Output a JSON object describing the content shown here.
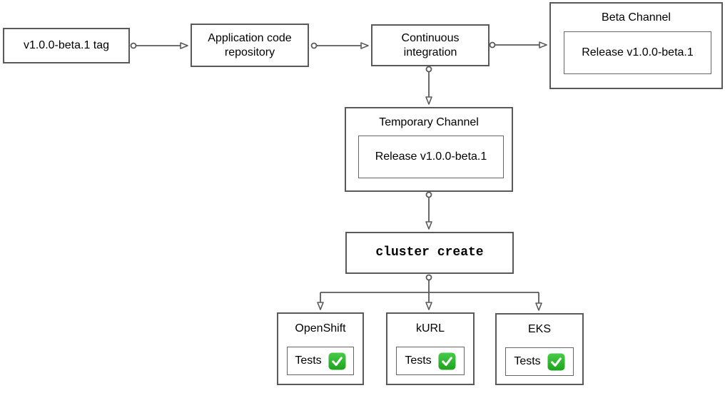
{
  "diagram": {
    "nodes": {
      "tag": {
        "label": "v1.0.0-beta.1 tag"
      },
      "repo": {
        "label": "Application code repository"
      },
      "ci": {
        "label": "Continuous integration"
      },
      "beta_channel": {
        "title": "Beta Channel",
        "release_label": "Release v1.0.0-beta.1"
      },
      "temporary_channel": {
        "title": "Temporary Channel",
        "release_label": "Release v1.0.0-beta.1"
      },
      "cluster_create": {
        "label": "cluster create"
      },
      "targets": {
        "openshift": {
          "title": "OpenShift",
          "tests_label": "Tests",
          "status_icon": "check-mark-icon"
        },
        "kurl": {
          "title": "kURL",
          "tests_label": "Tests",
          "status_icon": "check-mark-icon"
        },
        "eks": {
          "title": "EKS",
          "tests_label": "Tests",
          "status_icon": "check-mark-icon"
        }
      }
    },
    "edges": [
      {
        "from": "tag",
        "to": "repo"
      },
      {
        "from": "repo",
        "to": "ci"
      },
      {
        "from": "ci",
        "to": "beta_channel"
      },
      {
        "from": "ci",
        "to": "temporary_channel"
      },
      {
        "from": "temporary_channel",
        "to": "cluster_create"
      },
      {
        "from": "cluster_create",
        "to": "openshift"
      },
      {
        "from": "cluster_create",
        "to": "kurl"
      },
      {
        "from": "cluster_create",
        "to": "eks"
      }
    ],
    "colors": {
      "background": "#ffffff",
      "node_border": "#595959",
      "inner_border": "#666666",
      "connector": "#595959",
      "text": "#000000",
      "check_green_top": "#46cc46",
      "check_green_bottom": "#1da31d",
      "check_mark": "#ffffff"
    }
  }
}
